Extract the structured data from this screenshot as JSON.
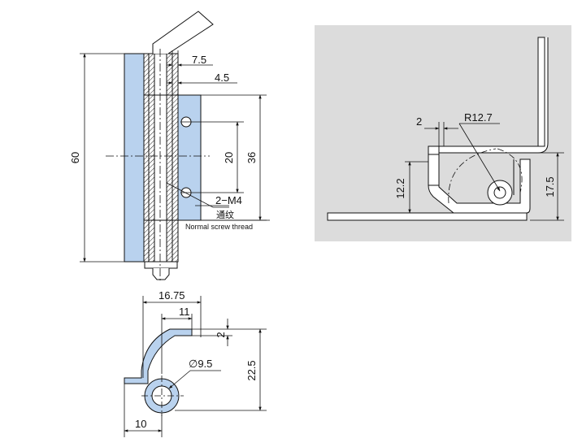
{
  "colors": {
    "part_fill": "#b9d2ee",
    "line": "#111111",
    "panel_bg": "#dcdcdc"
  },
  "front_view": {
    "dim_height": "60",
    "dim_tab": "36",
    "dim_holes": "20",
    "dim_top_a": "7.5",
    "dim_top_b": "4.5",
    "callout_holes": "2−M4",
    "callout_cn": "通纹",
    "callout_en": "Normal screw thread"
  },
  "top_view": {
    "dim_width": "16.75",
    "dim_arm": "11",
    "dim_thick": "2",
    "dim_height": "22.5",
    "dim_dia": "∅9.5",
    "dim_base": "10"
  },
  "install_view": {
    "dim_gap": "2",
    "dim_radius": "R12.7",
    "dim_left": "12.2",
    "dim_right": "17.5"
  }
}
